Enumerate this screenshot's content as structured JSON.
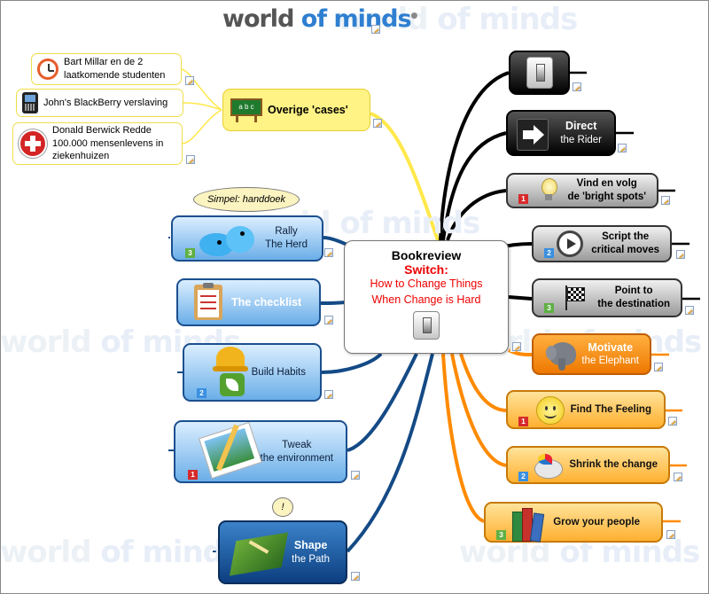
{
  "logo": {
    "left": "world",
    "right": "minds",
    "mid": "of"
  },
  "central": {
    "title": "Bookreview",
    "subtitle": "Switch:",
    "line1": "How to Change Things",
    "line2": "When Change is Hard"
  },
  "yellow_branch": {
    "label": "Overige 'cases'",
    "board_text": "a b c",
    "leaves": [
      {
        "line1": "Bart Millar en de 2",
        "line2": "laatkomende studenten"
      },
      {
        "line1": "John's BlackBerry verslaving",
        "line2": ""
      },
      {
        "line1": "Donald Berwick Redde",
        "line2": "100.000 mensenlevens in",
        "line3": "ziekenhuizen"
      }
    ]
  },
  "blue_branch": {
    "rally": {
      "line1": "Rally",
      "line2": "The Herd",
      "priority": "3",
      "callout": "Simpel: handdoek"
    },
    "checklist": {
      "label": "The checklist"
    },
    "habits": {
      "label": "Build Habits",
      "priority": "2"
    },
    "tweak": {
      "line1": "Tweak",
      "line2": "the environment",
      "priority": "1"
    },
    "shape": {
      "line1": "Shape",
      "line2": "the Path",
      "callout": "!"
    }
  },
  "black_branch": {
    "direct": {
      "line1": "Direct",
      "line2": "the Rider"
    },
    "bright": {
      "line1": "Vind en volg",
      "line2": "de 'bright spots'",
      "priority": "1"
    },
    "script": {
      "line1": "Script the",
      "line2": "critical moves",
      "priority": "2"
    },
    "point": {
      "line1": "Point to",
      "line2": "the destination",
      "priority": "3"
    }
  },
  "orange_branch": {
    "motivate": {
      "line1": "Motivate",
      "line2": "the Elephant"
    },
    "feeling": {
      "label": "Find The Feeling",
      "priority": "1"
    },
    "shrink": {
      "label": "Shrink the change",
      "priority": "2"
    },
    "grow": {
      "label": "Grow your people",
      "priority": "3"
    }
  },
  "colors": {
    "yellow_branch": "#ffe84a",
    "blue_branch": "#144a86",
    "black_branch": "#000000",
    "orange_branch": "#ff8a00"
  }
}
